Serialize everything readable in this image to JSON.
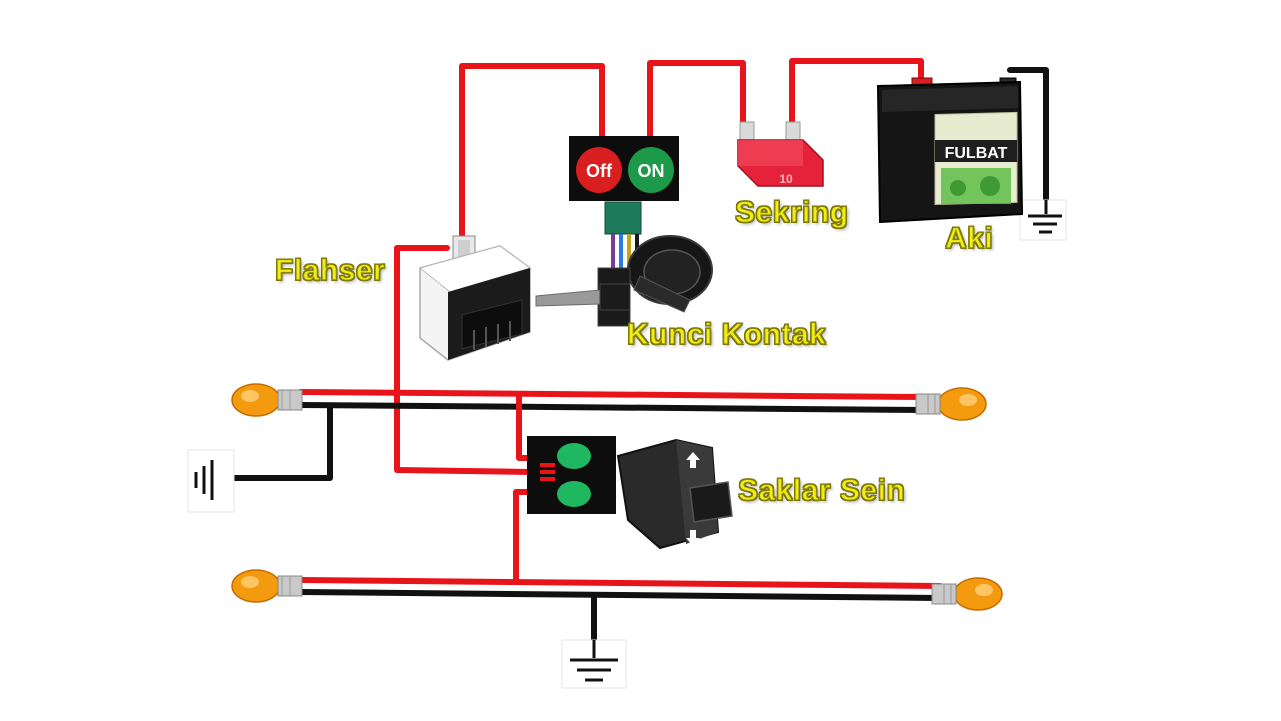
{
  "labels": {
    "flasher": "Flahser",
    "ignition": "Kunci Kontak",
    "fuse": "Sekring",
    "battery": "Aki",
    "turn_switch": "Saklar Sein"
  },
  "ignition_states": {
    "off": "Off",
    "on": "ON"
  },
  "battery_brand": "FULBAT",
  "fuse_rating": "10",
  "colors": {
    "positive_wire": "#e8141a",
    "ground_wire": "#111111",
    "label_text": "#f2ee1c",
    "off_indicator": "#d81e1e",
    "on_indicator": "#1c9a4a",
    "switch_contact": "#1fb860",
    "lamp": "#f39a0e"
  },
  "icons": [
    "ground-symbol-icon",
    "arrow-up-icon",
    "arrow-down-icon"
  ]
}
